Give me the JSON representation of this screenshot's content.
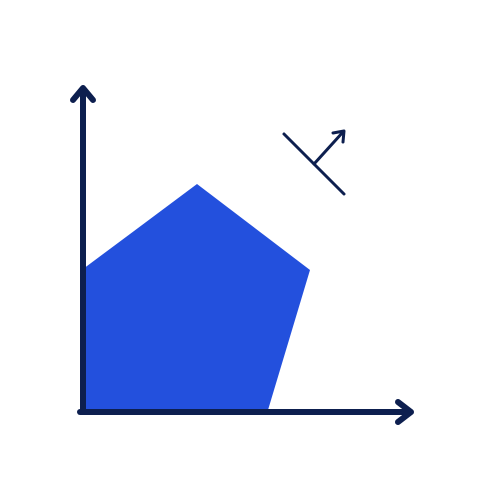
{
  "illustration": {
    "icon": "polygon-plot-icon",
    "colors": {
      "background": "#ffffff",
      "axis": "#0d1f4f",
      "shape": "#2350dd",
      "normal_marker": "#0d1f4f"
    },
    "parts": {
      "y_axis": "vertical-axis-with-arrow",
      "x_axis": "horizontal-axis-with-arrow",
      "shape": "pentagon",
      "marker": "normal-vector-arrow"
    }
  }
}
